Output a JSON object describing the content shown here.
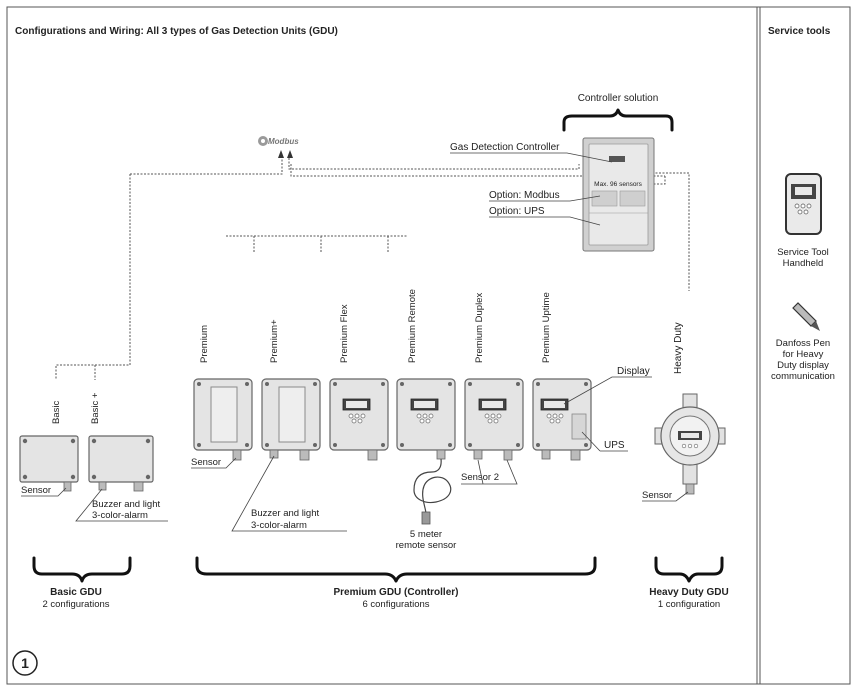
{
  "title": "Configurations and Wiring: All 3 types of Gas Detection Units (GDU)",
  "service_tools": {
    "heading": "Service tools",
    "handheld_label": [
      "Service Tool",
      "Handheld"
    ],
    "pen_label": [
      "Danfoss Pen",
      "for Heavy",
      "Duty display",
      "communication"
    ]
  },
  "modbus": "Modbus",
  "controller": {
    "heading": "Controller solution",
    "gdc_label": "Gas Detection Controller",
    "display_text": "Max. 96 sensors",
    "option_modbus": "Option: Modbus",
    "option_ups": "Option: UPS"
  },
  "units": {
    "basic": "Basic",
    "basic_plus": "Basic +",
    "premium": "Premium",
    "premium_plus": "Premium+",
    "premium_flex": "Premium Flex",
    "premium_remote": "Premium Remote",
    "premium_duplex": "Premium Duplex",
    "premium_uptime": "Premium Uptime",
    "heavy_duty": "Heavy Duty"
  },
  "callouts": {
    "sensor": "Sensor",
    "buzzer_light": [
      "Buzzer and light",
      "3-color-alarm"
    ],
    "remote_sensor": [
      "5 meter",
      "remote sensor"
    ],
    "sensor2": "Sensor 2",
    "display": "Display",
    "ups": "UPS"
  },
  "groups": {
    "basic": {
      "name": "Basic GDU",
      "configs": "2 configurations"
    },
    "premium": {
      "name": "Premium GDU (Controller)",
      "configs": "6 configurations"
    },
    "heavy": {
      "name": "Heavy Duty GDU",
      "configs": "1 configuration"
    }
  },
  "figure_number": "1"
}
